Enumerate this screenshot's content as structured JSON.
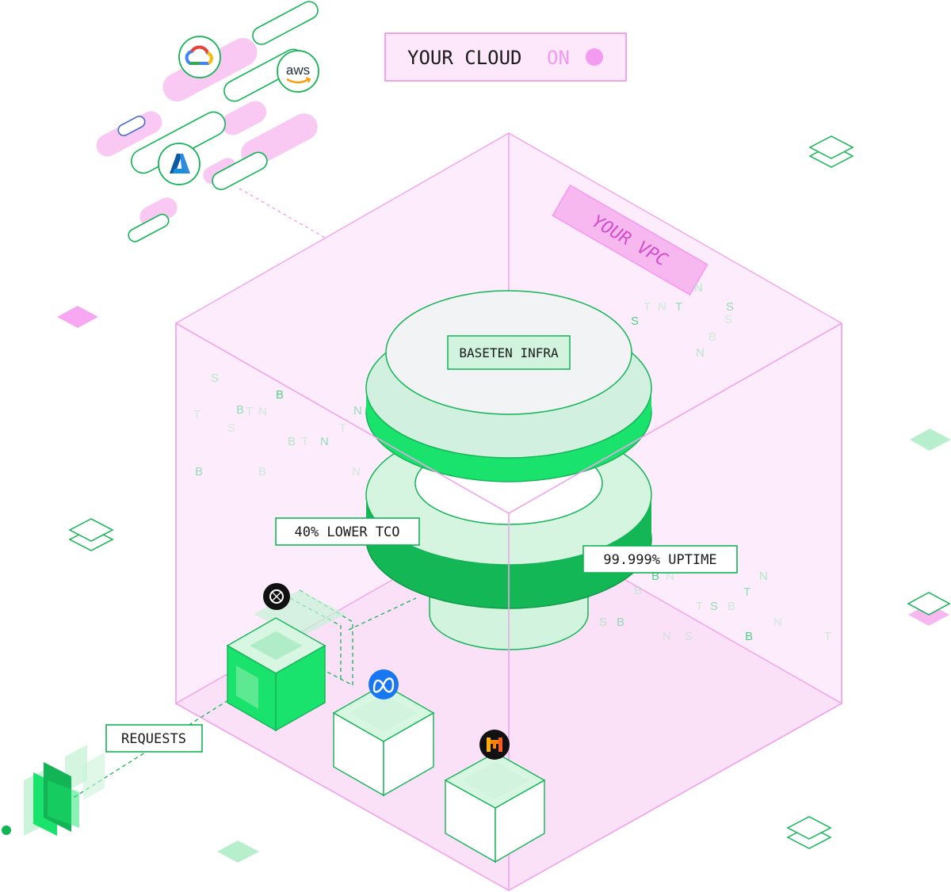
{
  "colors": {
    "pink_fill": "#fde8fb",
    "pink_stroke": "#f0a5ea",
    "pink_strong": "#f7a8f0",
    "pink_accent": "#f49af0",
    "green_stroke": "#13b456",
    "green_bright": "#19e36c",
    "green_light": "#d2f4df",
    "green_pale": "#e4f8ec",
    "text_dark": "#1a1a1a"
  },
  "header": {
    "cloud_label": "YOUR CLOUD",
    "toggle_label": "ON"
  },
  "vpc_label": "YOUR VPC",
  "cloud_providers": [
    {
      "name": "Google Cloud",
      "icon": "google-cloud-icon"
    },
    {
      "name": "aws",
      "icon": "aws-icon"
    },
    {
      "name": "Azure",
      "icon": "azure-icon"
    }
  ],
  "stack": {
    "label": "BASETEN INFRA"
  },
  "metrics": {
    "tco": "40% LOWER TCO",
    "uptime": "99.999% UPTIME"
  },
  "requests_label": "REQUESTS",
  "models": [
    {
      "name": "OpenAI",
      "icon": "openai-icon"
    },
    {
      "name": "Meta",
      "icon": "meta-icon"
    },
    {
      "name": "Mistral",
      "icon": "mistral-icon"
    }
  ],
  "aws_text": "aws",
  "scatter_letters": [
    "S",
    "T",
    "N",
    "T",
    "N",
    "S",
    "S",
    "B",
    "N",
    "B",
    "T",
    "N",
    "B",
    "S",
    "T",
    "N",
    "B",
    "T",
    "N",
    "T",
    "S",
    "B",
    "B",
    "N",
    "B",
    "N",
    "B",
    "T",
    "N",
    "T",
    "S",
    "B",
    "S",
    "B",
    "N",
    "S",
    "B",
    "N",
    "T"
  ]
}
